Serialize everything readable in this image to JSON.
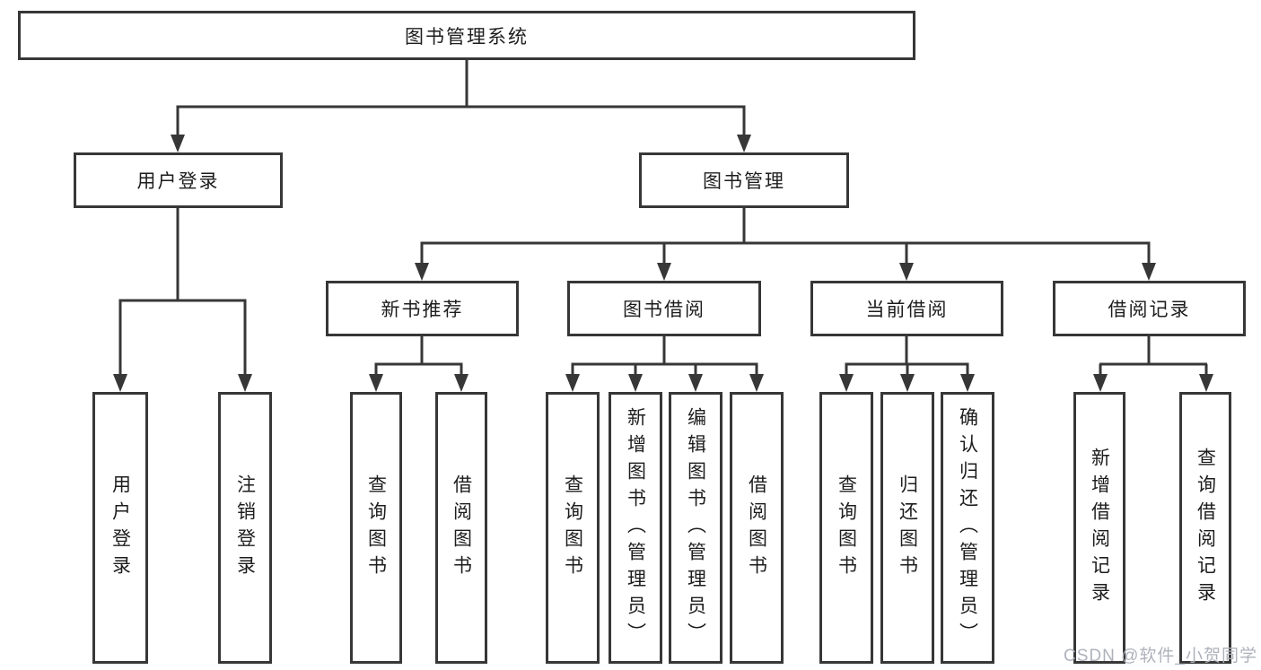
{
  "diagram_title": "图书管理系统",
  "colors": {
    "line": "#373737",
    "box_border": "#373737",
    "text": "#1d1d1d",
    "background": "#ffffff",
    "watermark": "#aeb2bb"
  },
  "tree": {
    "root": {
      "label": "图书管理系统",
      "children": [
        {
          "label": "用户登录",
          "children": [
            {
              "label": "用户登录"
            },
            {
              "label": "注销登录"
            }
          ]
        },
        {
          "label": "图书管理",
          "children": [
            {
              "label": "新书推荐",
              "children": [
                {
                  "label": "查询图书"
                },
                {
                  "label": "借阅图书"
                }
              ]
            },
            {
              "label": "图书借阅",
              "children": [
                {
                  "label": "查询图书"
                },
                {
                  "label": "新增图书（管理员）"
                },
                {
                  "label": "编辑图书（管理员）"
                },
                {
                  "label": "借阅图书"
                }
              ]
            },
            {
              "label": "当前借阅",
              "children": [
                {
                  "label": "查询图书"
                },
                {
                  "label": "归还图书"
                },
                {
                  "label": "确认归还（管理员）"
                }
              ]
            },
            {
              "label": "借阅记录",
              "children": [
                {
                  "label": "新增借阅记录"
                },
                {
                  "label": "查询借阅记录"
                }
              ]
            }
          ]
        }
      ]
    }
  },
  "watermark": {
    "label": "CSDN @软件_小贺同学"
  }
}
